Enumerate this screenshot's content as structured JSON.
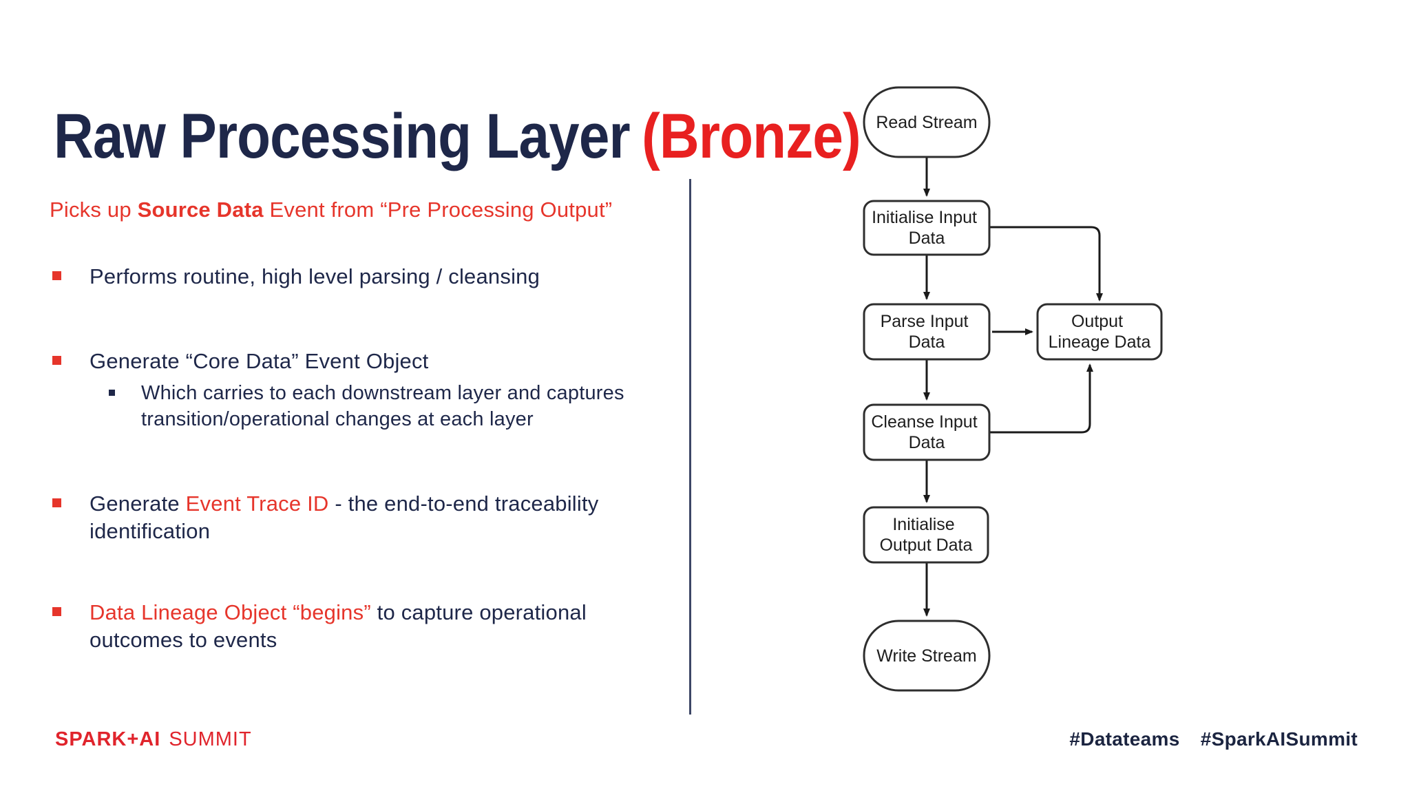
{
  "colors": {
    "navy": "#1e2749",
    "red": "#e6352b",
    "title-red": "#e82020",
    "stroke": "#2e2e2e"
  },
  "title": {
    "main": "Raw Processing Layer",
    "suffix": "(Bronze)"
  },
  "intro": {
    "part1": "Picks up ",
    "part2_bold": "Source Data",
    "part3": " Event from “Pre Processing Output”"
  },
  "bullets": {
    "b1": "Performs routine, high level parsing / cleansing",
    "b2": "Generate “Core Data” Event Object",
    "b2_sub": "Which carries to each downstream layer and captures transition/operational changes at each layer",
    "b3_part1": "Generate ",
    "b3_red": "Event Trace ID",
    "b3_part2": " - the end-to-end traceability identification",
    "b4_red": "Data Lineage Object “begins”",
    "b4_part2": " to capture operational outcomes to events"
  },
  "flowchart": {
    "nodes": [
      {
        "id": "read-stream",
        "shape": "stadium",
        "label": "Read Stream"
      },
      {
        "id": "initialise-input-data",
        "shape": "rect",
        "lines": [
          "Initialise Input",
          "Data"
        ]
      },
      {
        "id": "parse-input-data",
        "shape": "rect",
        "lines": [
          "Parse Input",
          "Data"
        ]
      },
      {
        "id": "output-lineage-data",
        "shape": "rect",
        "lines": [
          "Output",
          "Lineage Data"
        ]
      },
      {
        "id": "cleanse-input-data",
        "shape": "rect",
        "lines": [
          "Cleanse Input",
          "Data"
        ]
      },
      {
        "id": "initialise-output-data",
        "shape": "rect",
        "lines": [
          "Initialise",
          "Output Data"
        ]
      },
      {
        "id": "write-stream",
        "shape": "stadium",
        "label": "Write Stream"
      }
    ],
    "edges": [
      {
        "from": "read-stream",
        "to": "initialise-input-data"
      },
      {
        "from": "initialise-input-data",
        "to": "parse-input-data"
      },
      {
        "from": "initialise-input-data",
        "to": "output-lineage-data"
      },
      {
        "from": "parse-input-data",
        "to": "output-lineage-data"
      },
      {
        "from": "parse-input-data",
        "to": "cleanse-input-data"
      },
      {
        "from": "cleanse-input-data",
        "to": "output-lineage-data"
      },
      {
        "from": "cleanse-input-data",
        "to": "initialise-output-data"
      },
      {
        "from": "initialise-output-data",
        "to": "write-stream"
      }
    ]
  },
  "footer": {
    "brand_bold": "SPARK+AI",
    "brand_light": "SUMMIT",
    "hashtags": [
      "#Datateams",
      "#SparkAISummit"
    ]
  }
}
